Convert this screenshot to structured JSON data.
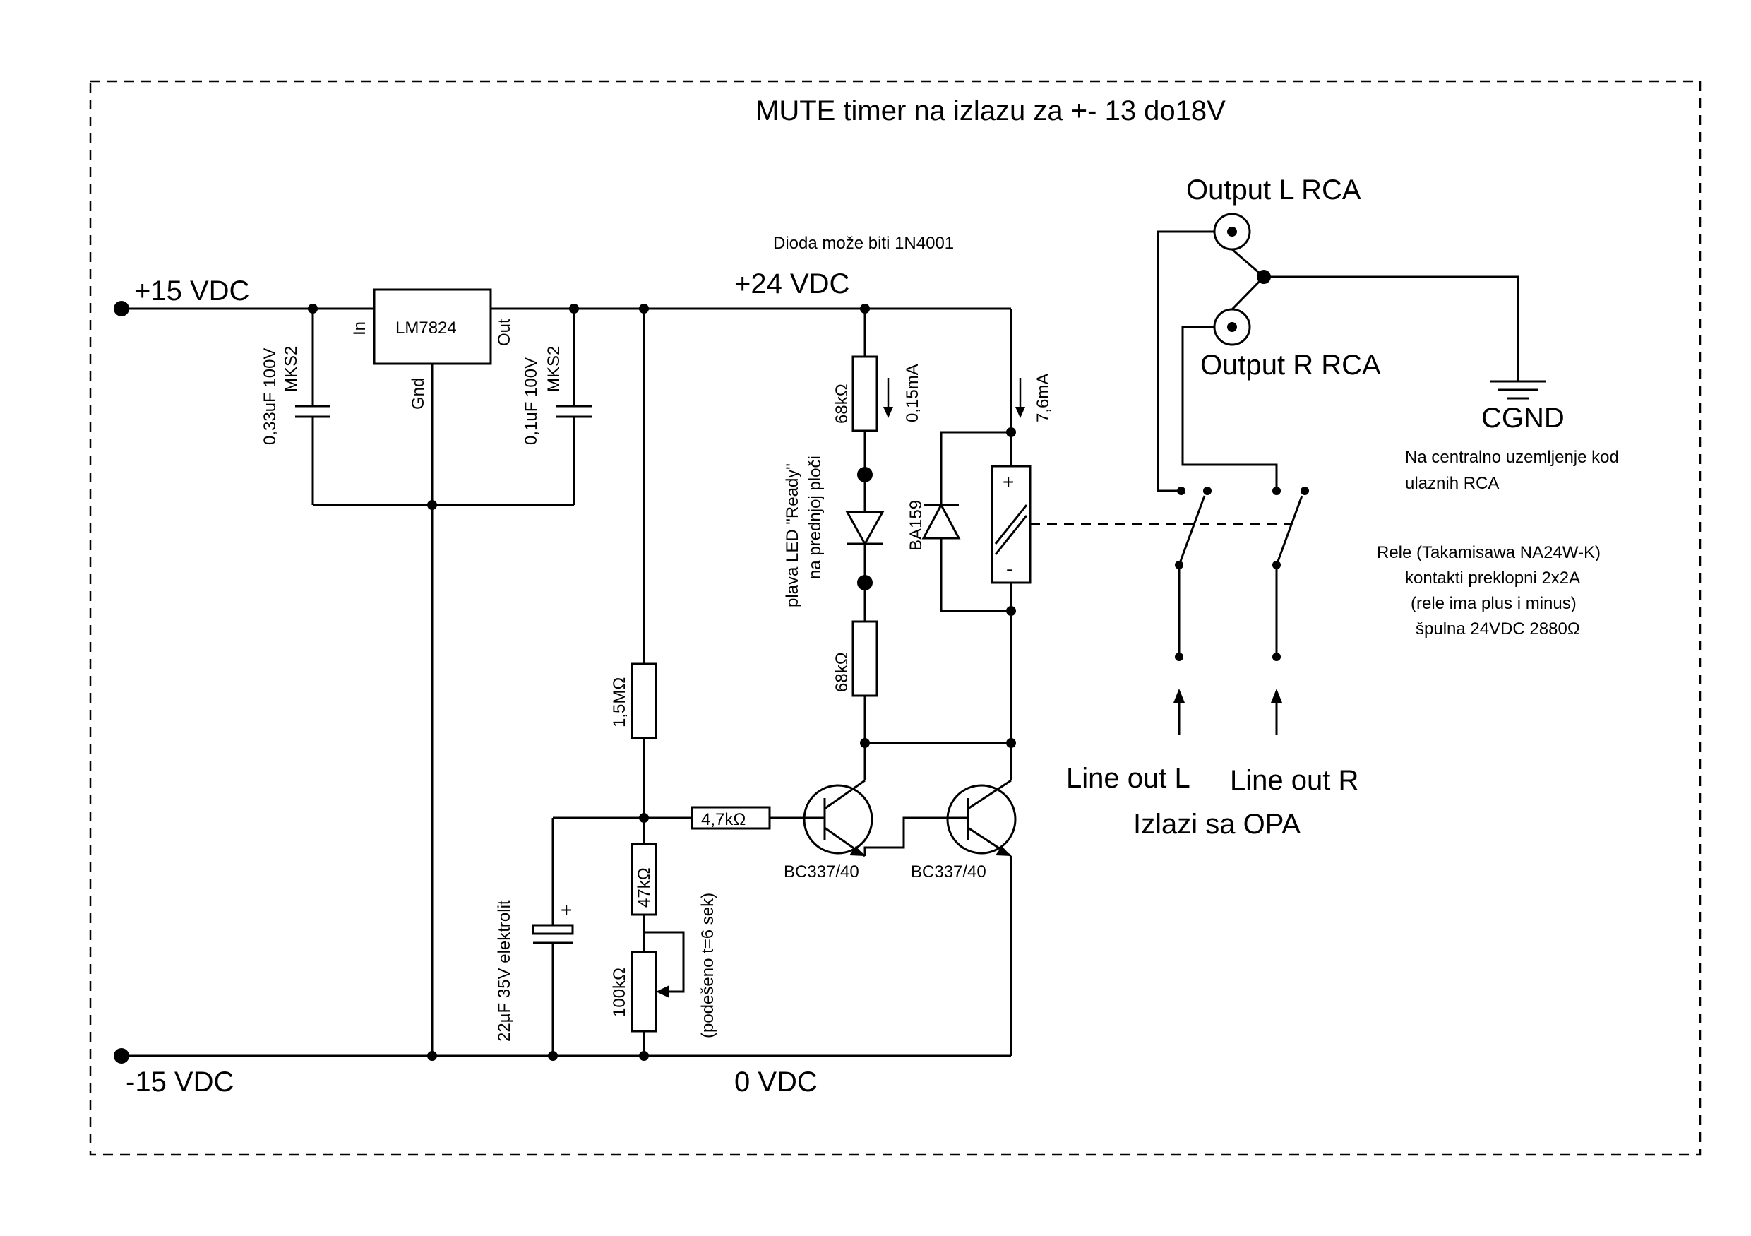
{
  "title": "MUTE timer na izlazu za +- 13 do18V",
  "rails": {
    "plus15": "+15 VDC",
    "minus15": "-15 VDC",
    "plus24": "+24 VDC",
    "zero": "0 VDC"
  },
  "regulator": {
    "name": "LM7824",
    "pin_in": "In",
    "pin_out": "Out",
    "pin_gnd": "Gnd"
  },
  "capacitors": {
    "c_in_value": "0,33uF 100V",
    "c_in_type": "MKS2",
    "c_out_value": "0,1uF 100V",
    "c_out_type": "MKS2",
    "c_timer": "22µF 35V elektrolit"
  },
  "resistors": {
    "r_bias": "1,5MΩ",
    "r_base": "4,7kΩ",
    "r_timer": "47kΩ",
    "pot": "100kΩ",
    "pot_note": "(podešeno t=6 sek)",
    "r_led_top": "68kΩ",
    "r_led_bottom": "68kΩ"
  },
  "currents": {
    "led": "0,15mA",
    "relay": "7,6mA"
  },
  "led": {
    "line1": "plava LED \"Ready\"",
    "line2": "na prednjoj ploči"
  },
  "diode": {
    "name": "BA159",
    "note": "Dioda može biti 1N4001"
  },
  "transistors": {
    "q1": "BC337/40",
    "q2": "BC337/40"
  },
  "relay": {
    "plus": "+",
    "minus": "-",
    "note_lines": [
      "Rele (Takamisawa NA24W-K)",
      "kontakti preklopni 2x2A",
      "(rele ima plus i minus)",
      "špulna 24VDC  2880Ω"
    ]
  },
  "outputs": {
    "left": "Output L RCA",
    "right": "Output R RCA",
    "ground": "CGND",
    "ground_note_lines": [
      "Na centralno uzemljenje kod",
      "ulaznih RCA"
    ]
  },
  "inputs": {
    "left": "Line out L",
    "right": "Line out R",
    "source": "Izlazi sa OPA"
  },
  "electrolytic_plus": "+"
}
